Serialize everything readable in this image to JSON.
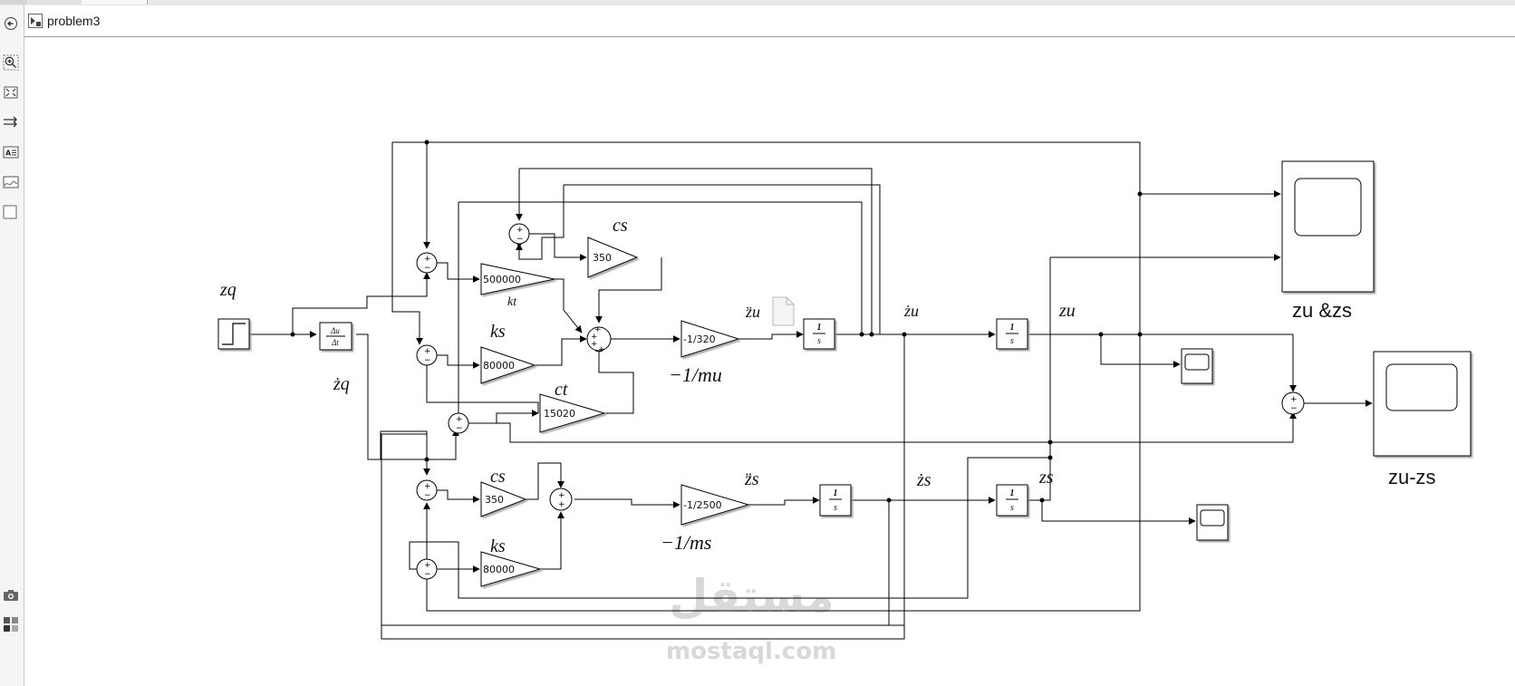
{
  "window": {
    "model_name": "problem3"
  },
  "toolbar": {
    "icons": [
      "back-icon",
      "zoom-in-icon",
      "fit-view-icon",
      "arrows-icon",
      "annotation-icon",
      "image-icon",
      "area-icon",
      "camera-icon",
      "palette-icon"
    ]
  },
  "diagram": {
    "signal_labels": {
      "zq": "zq",
      "zq_dot": "żq",
      "zu_ddot": "z̈u",
      "zu_dot": "żu",
      "zu": "zu",
      "zs_ddot": "z̈s",
      "zs_dot": "żs",
      "zs": "zs",
      "cs_top": "cs",
      "cs_bottom": "cs",
      "ks_top": "ks",
      "ks_bottom": "ks",
      "kt": "kt",
      "ct": "ct",
      "inv_mu": "−1/mu",
      "inv_ms": "−1/ms"
    },
    "gains": {
      "kt": "500000",
      "cs_top": "350",
      "ks_top": "80000",
      "ct": "15020",
      "inv_mu": "-1/320",
      "cs_bottom": "350",
      "inv_ms": "-1/2500",
      "ks_bottom": "80000"
    },
    "derivative": {
      "num": "Δu",
      "den": "Δt"
    },
    "integrator": {
      "num": "1",
      "den": "s"
    },
    "sum_signs": {
      "plus": "+",
      "minus": "−"
    },
    "scopes": {
      "zu_zs": "zu &zs",
      "zu_minus_zs": "zu-zs"
    },
    "watermark": {
      "arabic": "مستقل",
      "latin": "mostaql.com"
    }
  }
}
